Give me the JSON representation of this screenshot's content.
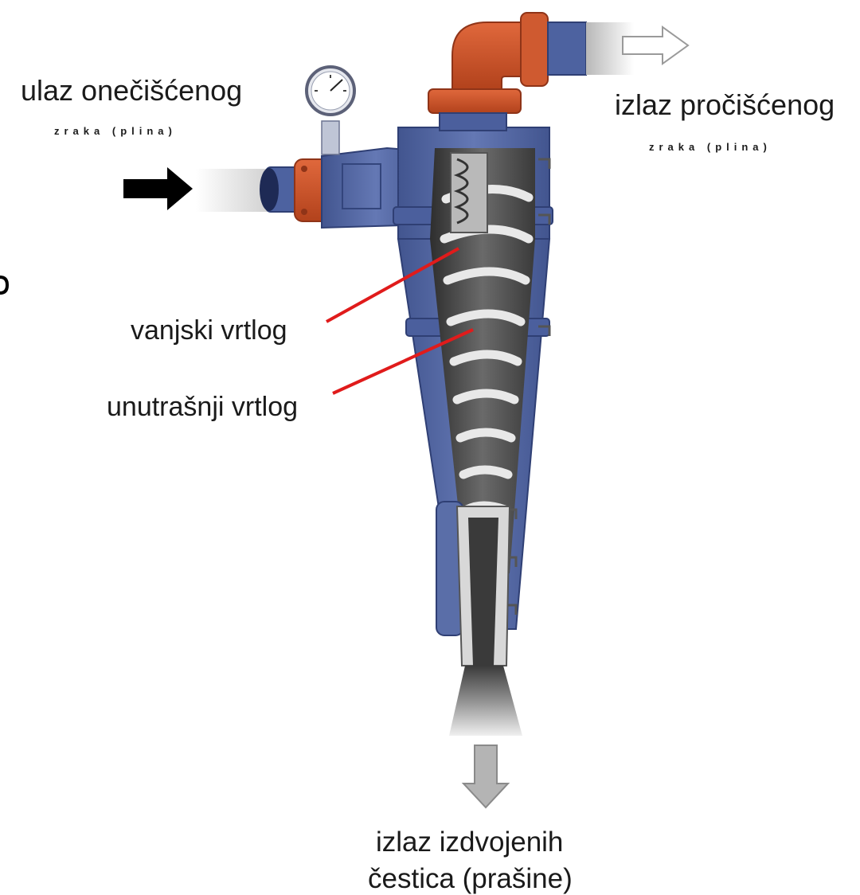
{
  "labels": {
    "inlet_line1": "ulaz onečišćenog",
    "inlet_line2": "zraka (plina)",
    "outlet_line1": "izlaz pročišćenog",
    "outlet_line2": "zraka (plina)",
    "outer_vortex": "vanjski vrtlog",
    "inner_vortex": "unutrašnji vrtlog",
    "dust_line1": "izlaz izdvojenih",
    "dust_line2": "čestica (prašine)"
  },
  "colors": {
    "body_blue": "#5a6ea8",
    "body_blue_dark": "#3d4f86",
    "pipe_orange": "#c9502a",
    "pipe_orange_dark": "#8f3418",
    "annotation_red": "#e01b1b",
    "inlet_arrow": "#000000",
    "outlet_arrow": "#ffffff",
    "dust_arrow": "#b4b4b4"
  }
}
